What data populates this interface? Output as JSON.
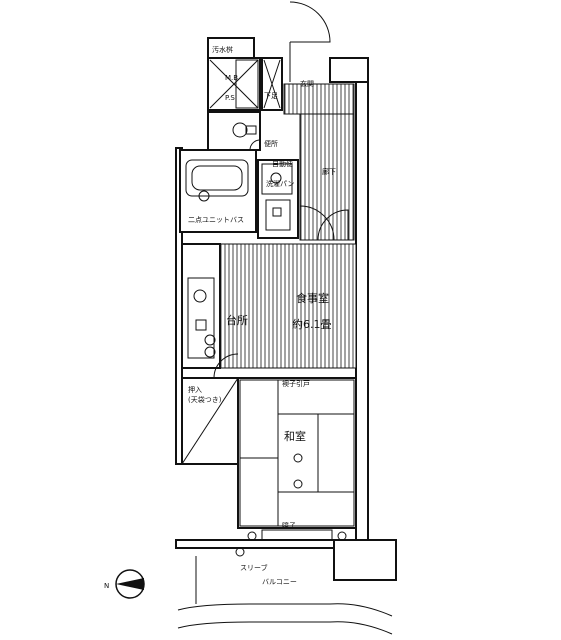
{
  "rooms": {
    "sewage": "汚水桝",
    "mb_ps_1": "M.B",
    "mb_ps_2": "P.S",
    "shoe_closet": "下足",
    "entrance": "玄関",
    "toilet": "便所",
    "washer_1": "自動便",
    "washer_2": "洗濯パン",
    "corridor": "廊下",
    "unit_bath": "二点ユニットバス",
    "dining": "食事室",
    "dining_area": "約6.1畳",
    "kitchen": "台所",
    "closet_1": "押入",
    "closet_2": "(天袋つき)",
    "sliding_door": "襖子引戸",
    "washitsu": "和室",
    "shoji": "障子",
    "sleeve": "スリーブ",
    "balcony": "バルコニー"
  },
  "compass": {
    "label": "N"
  }
}
